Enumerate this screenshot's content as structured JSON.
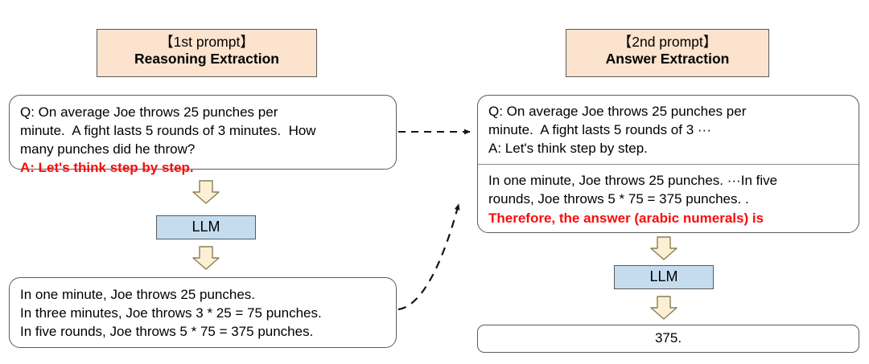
{
  "figure": {
    "type": "flow-diagram",
    "background": "#ffffff",
    "colors": {
      "banner_fill": "#fbe3ce",
      "banner_border": "#5a5a5a",
      "llm_fill": "#c5dcef",
      "box_border": "#5b5b5b",
      "highlight_text": "#fc0a0a",
      "arrow_fill": "#fcf0d4",
      "arrow_stroke": "#8a7d55",
      "connector": "#1a1a1a"
    }
  },
  "stage1": {
    "banner": {
      "bracket_label": "【1st prompt】",
      "title": "Reasoning Extraction"
    },
    "question_box": {
      "lines": [
        "Q: On average Joe throws 25 punches per",
        "minute.  A fight lasts 5 rounds of 3 minutes.  How",
        "many punches did he throw?"
      ],
      "highlight_line": "A: Let's think step by step."
    },
    "llm_label": "LLM",
    "reasoning_box": {
      "lines": [
        "In one minute, Joe throws 25 punches.",
        "In three minutes, Joe throws 3 * 25 = 75 punches.",
        "In five rounds, Joe throws 5 * 75 = 375 punches."
      ]
    }
  },
  "stage2": {
    "banner": {
      "bracket_label": "【2nd prompt】",
      "title": "Answer Extraction"
    },
    "prompt_box": {
      "top_section": {
        "lines": [
          "Q: On average Joe throws 25 punches per",
          "minute.  A fight lasts 5 rounds of 3 ···",
          "A: Let's think step by step."
        ]
      },
      "bottom_section": {
        "lines": [
          "In one minute, Joe throws 25 punches. ···In five",
          "rounds, Joe throws 5 * 75 = 375 punches. ."
        ],
        "highlight_line": "Therefore, the answer (arabic numerals) is"
      }
    },
    "llm_label": "LLM",
    "answer_box": {
      "value": "375."
    }
  },
  "icons": {
    "down_arrow": "fat-down-arrow",
    "dashed_connector": "dashed-arrow-right",
    "dashed_curve": "dashed-curved-arrow"
  }
}
